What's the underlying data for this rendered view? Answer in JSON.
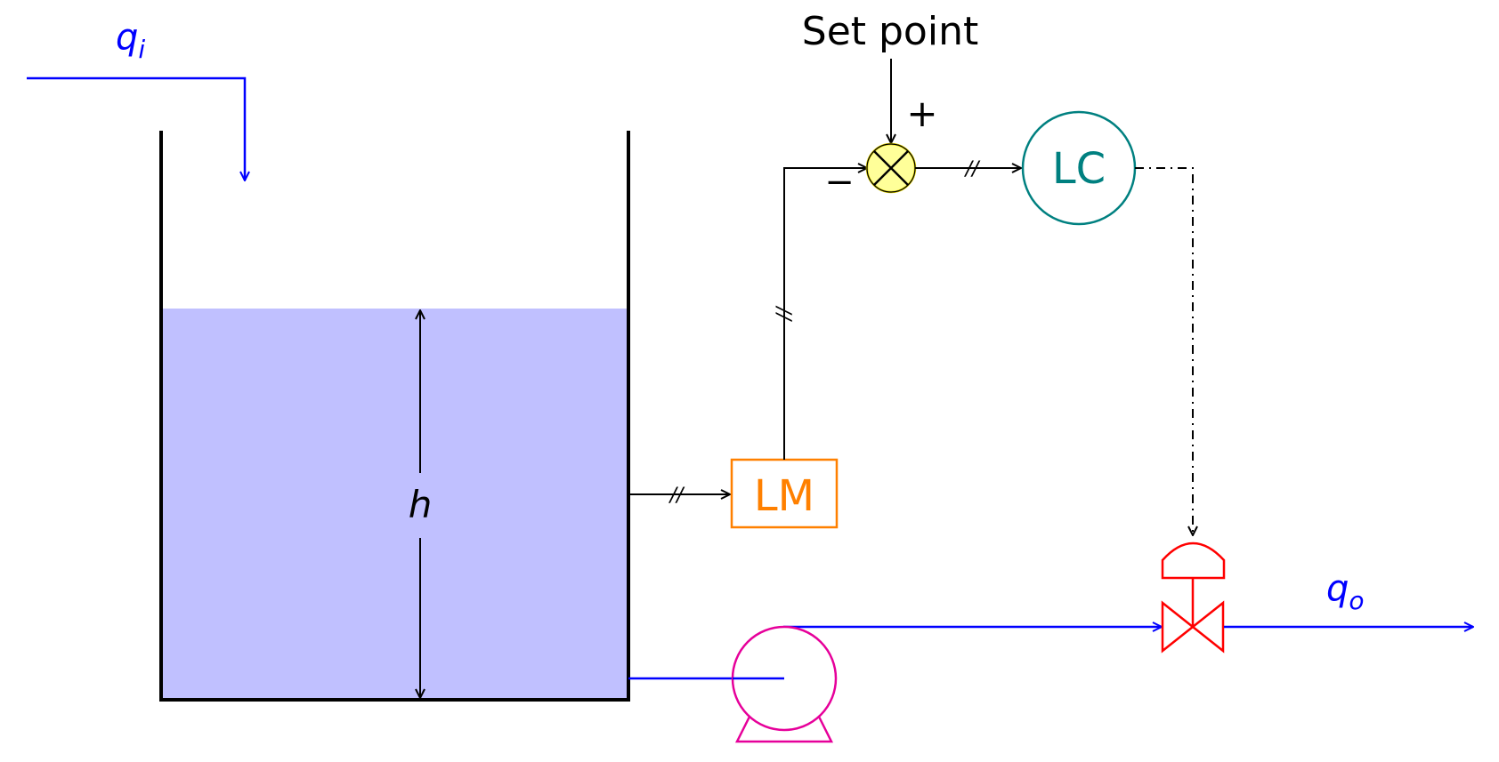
{
  "diagram": {
    "inflow_symbol": "q",
    "inflow_subscript": "i",
    "outflow_symbol": "q",
    "outflow_subscript": "o",
    "height_label": "h",
    "set_point_label": "Set point",
    "plus_sign": "+",
    "minus_sign": "−",
    "level_measurement_label": "LM",
    "level_controller_label": "LC",
    "signal_tick_mark": "//"
  },
  "colors": {
    "flow_line": "#0000ff",
    "liquid_fill": "#c0c0ff",
    "tank_wall": "#000000",
    "signal_line": "#000000",
    "measurement_box": "#ff8000",
    "controller_circle": "#008080",
    "comparator_fill": "#ffff99",
    "comparator_stroke": "#e6d800",
    "pump": "#e6009a",
    "valve": "#ff0000"
  }
}
